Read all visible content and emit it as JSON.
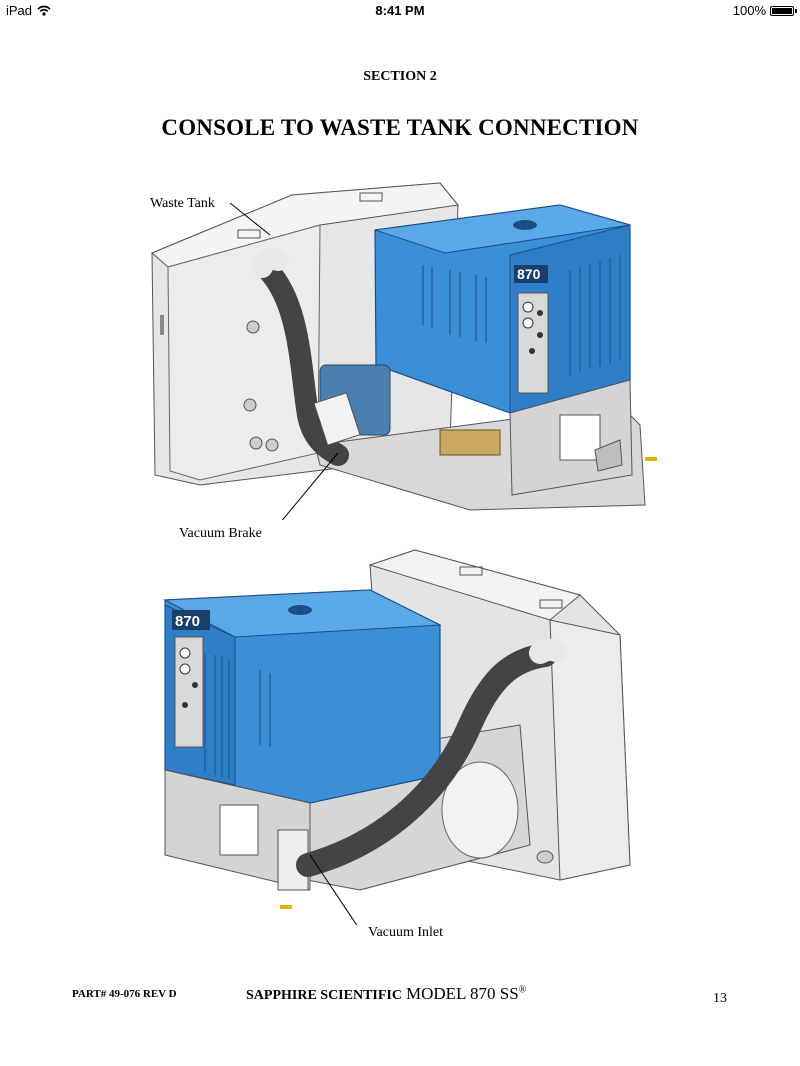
{
  "status_bar": {
    "device": "iPad",
    "time": "8:41 PM",
    "battery": "100%",
    "battery_level": 1.0,
    "icons": [
      "wifi-icon",
      "battery-icon"
    ]
  },
  "document": {
    "section": "SECTION 2",
    "title": "CONSOLE TO WASTE TANK CONNECTION",
    "figure1": {
      "callouts": {
        "waste_tank": "Waste Tank",
        "vacuum_brake": "Vacuum Brake"
      },
      "badge": "870"
    },
    "figure2": {
      "callouts": {
        "vacuum_inlet": "Vacuum Inlet"
      },
      "badge": "870"
    },
    "footer": {
      "part": "PART# 49-076 REV D",
      "brand": "SAPPHIRE SCIENTIFIC",
      "model": "MODEL 870 SS",
      "reg": "®",
      "page": "13"
    }
  },
  "colors": {
    "console_blue": "#3a8fd6",
    "console_dark": "#2462a6",
    "tank_gray": "#e4e4e4",
    "hose": "#444444"
  }
}
